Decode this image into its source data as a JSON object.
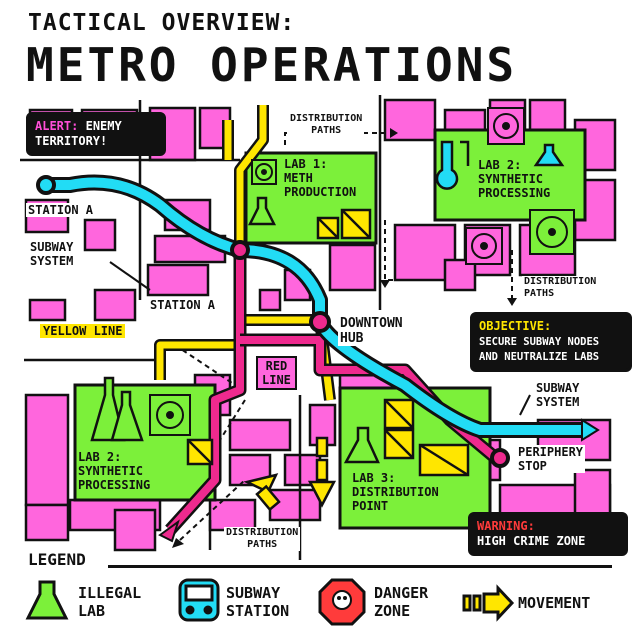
{
  "title": {
    "line1": "TACTICAL OVERVIEW:",
    "line2": "METRO OPERATIONS"
  },
  "colors": {
    "pink": "#ff66dd",
    "green": "#7cf03a",
    "cyan": "#22dcf5",
    "yellow": "#ffe600",
    "red_line": "#ee2a8e",
    "black": "#111111"
  },
  "callouts": {
    "alert": {
      "prefix": "ALERT:",
      "line1_rest": "ENEMY",
      "line2": "TERRITORY!"
    },
    "objective": {
      "heading": "OBJECTIVE:",
      "line1": "SECURE SUBWAY NODES",
      "line2": "AND NEUTRALIZE LABS"
    },
    "warning": {
      "heading": "WARNING:",
      "line1": "HIGH CRIME ZONE"
    }
  },
  "labs": {
    "lab1": {
      "line1": "LAB 1:",
      "line2": "METH",
      "line3": "PRODUCTION"
    },
    "lab2_top": {
      "line1": "LAB 2:",
      "line2": "SYNTHETIC",
      "line3": "PROCESSING"
    },
    "lab2_left": {
      "line1": "LAB 2:",
      "line2": "SYNTHETIC",
      "line3": "PROCESSING"
    },
    "lab3": {
      "line1": "LAB 3:",
      "line2": "DISTRIBUTION",
      "line3": "POINT"
    }
  },
  "map_labels": {
    "station_a_1": "STATION A",
    "station_a_2": "STATION A",
    "subway_system_left": {
      "line1": "SUBWAY",
      "line2": "SYSTEM"
    },
    "subway_system_right": {
      "line1": "SUBWAY",
      "line2": "SYSTEM"
    },
    "yellow_line": "YELLOW LINE",
    "red_line": {
      "line1": "RED",
      "line2": "LINE"
    },
    "downtown_hub": {
      "line1": "DOWNTOWN",
      "line2": "HUB"
    },
    "periphery_stop": {
      "line1": "PERIPHERY",
      "line2": "STOP"
    },
    "distribution_top": {
      "line1": "DISTRIBUTION",
      "line2": "PATHS"
    },
    "distribution_right": {
      "line1": "DISTRIBUTION",
      "line2": "PATHS"
    },
    "distribution_bottom": {
      "line1": "DISTRIBUTION",
      "line2": "PATHS"
    }
  },
  "legend": {
    "title": "LEGEND",
    "items": [
      {
        "icon": "flask-icon",
        "line1": "ILLEGAL",
        "line2": "LAB"
      },
      {
        "icon": "train-icon",
        "line1": "SUBWAY",
        "line2": "STATION"
      },
      {
        "icon": "skull-icon",
        "line1": "DANGER",
        "line2": "ZONE"
      },
      {
        "icon": "arrow-icon",
        "line1": "MOVEMENT",
        "line2": ""
      }
    ]
  }
}
